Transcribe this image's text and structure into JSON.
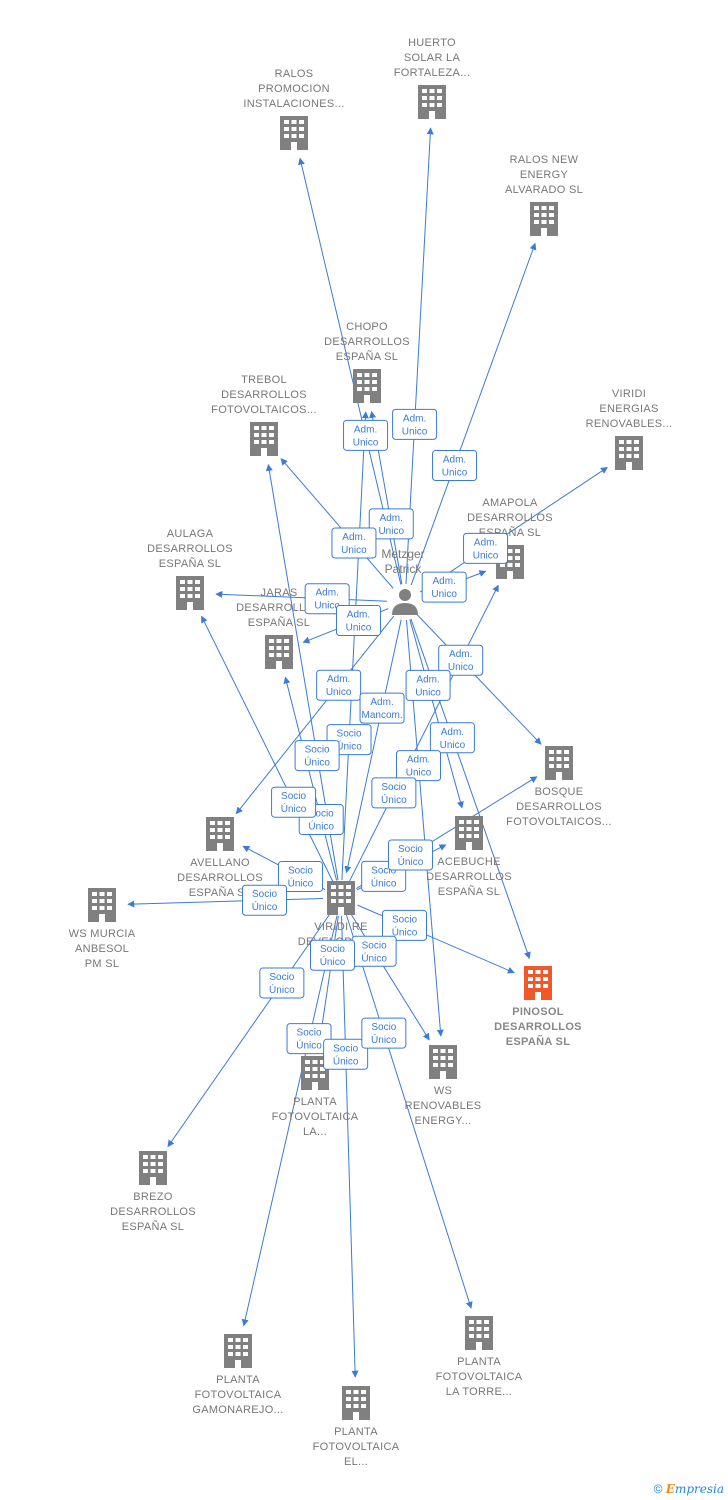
{
  "graph": {
    "person": {
      "id": "metzger",
      "name_lines": [
        "Metzger",
        "Patrick"
      ],
      "icon": "person-icon"
    },
    "hub": {
      "id": "viridi_re",
      "label_lines": [
        "VIRIDI RE",
        "DEVELOPMENT",
        "GMBH"
      ],
      "icon": "building-icon"
    },
    "companies": [
      {
        "id": "ralos_promocion",
        "label_lines": [
          "RALOS",
          "PROMOCION",
          "INSTALACIONES..."
        ],
        "icon": "building-icon"
      },
      {
        "id": "huerto_solar",
        "label_lines": [
          "HUERTO",
          "SOLAR LA",
          "FORTALEZA..."
        ],
        "icon": "building-icon"
      },
      {
        "id": "ralos_new_energy",
        "label_lines": [
          "RALOS NEW",
          "ENERGY",
          "ALVARADO SL"
        ],
        "icon": "building-icon"
      },
      {
        "id": "chopo",
        "label_lines": [
          "CHOPO",
          "DESARROLLOS",
          "ESPAÑA SL"
        ],
        "icon": "building-icon"
      },
      {
        "id": "trebol",
        "label_lines": [
          "TREBOL",
          "DESARROLLOS",
          "FOTOVOLTAICOS..."
        ],
        "icon": "building-icon"
      },
      {
        "id": "viridi_energias",
        "label_lines": [
          "VIRIDI",
          "ENERGIAS",
          "RENOVABLES..."
        ],
        "icon": "building-icon"
      },
      {
        "id": "amapola",
        "label_lines": [
          "AMAPOLA",
          "DESARROLLOS",
          "ESPAÑA SL"
        ],
        "icon": "building-icon"
      },
      {
        "id": "aulaga",
        "label_lines": [
          "AULAGA",
          "DESARROLLOS",
          "ESPAÑA SL"
        ],
        "icon": "building-icon"
      },
      {
        "id": "jaras",
        "label_lines": [
          "JARAS",
          "DESARROLLOS",
          "ESPAÑA SL"
        ],
        "icon": "building-icon"
      },
      {
        "id": "bosque",
        "label_lines": [
          "BOSQUE",
          "DESARROLLOS",
          "FOTOVOLTAICOS..."
        ],
        "icon": "building-icon"
      },
      {
        "id": "avellano",
        "label_lines": [
          "AVELLANO",
          "DESARROLLOS",
          "ESPAÑA SL"
        ],
        "icon": "building-icon"
      },
      {
        "id": "acebuche",
        "label_lines": [
          "ACEBUCHE",
          "DESARROLLOS",
          "ESPAÑA SL"
        ],
        "icon": "building-icon"
      },
      {
        "id": "ws_murcia",
        "label_lines": [
          "WS MURCIA",
          "ANBESOL",
          "PM SL"
        ],
        "icon": "building-icon"
      },
      {
        "id": "pinosol",
        "label_lines": [
          "PINOSOL",
          "DESARROLLOS",
          "ESPAÑA SL"
        ],
        "icon": "building-icon",
        "highlight": true
      },
      {
        "id": "ws_renovables",
        "label_lines": [
          "WS",
          "RENOVABLES",
          "ENERGY..."
        ],
        "icon": "building-icon"
      },
      {
        "id": "planta_la",
        "label_lines": [
          "PLANTA",
          "FOTOVOLTAICA",
          "LA..."
        ],
        "icon": "building-icon"
      },
      {
        "id": "brezo",
        "label_lines": [
          "BREZO",
          "DESARROLLOS",
          "ESPAÑA SL"
        ],
        "icon": "building-icon"
      },
      {
        "id": "planta_gamonarejo",
        "label_lines": [
          "PLANTA",
          "FOTOVOLTAICA",
          "GAMONAREJO..."
        ],
        "icon": "building-icon"
      },
      {
        "id": "planta_el",
        "label_lines": [
          "PLANTA",
          "FOTOVOLTAICA",
          "EL..."
        ],
        "icon": "building-icon"
      },
      {
        "id": "planta_torre",
        "label_lines": [
          "PLANTA",
          "FOTOVOLTAICA",
          "LA TORRE..."
        ],
        "icon": "building-icon"
      }
    ],
    "edges": [
      {
        "from": "metzger",
        "to": "ralos_promocion",
        "label_lines": [
          "Adm.",
          "Unico"
        ]
      },
      {
        "from": "metzger",
        "to": "huerto_solar",
        "label_lines": [
          "Adm.",
          "Unico"
        ]
      },
      {
        "from": "metzger",
        "to": "ralos_new_energy",
        "label_lines": [
          "Adm.",
          "Unico"
        ]
      },
      {
        "from": "metzger",
        "to": "chopo",
        "label_lines": [
          "Adm.",
          "Unico"
        ]
      },
      {
        "from": "metzger",
        "to": "trebol",
        "label_lines": [
          "Adm.",
          "Unico"
        ]
      },
      {
        "from": "metzger",
        "to": "viridi_energias",
        "label_lines": [
          "Adm.",
          "Unico"
        ]
      },
      {
        "from": "metzger",
        "to": "amapola",
        "label_lines": [
          "Adm.",
          "Unico"
        ]
      },
      {
        "from": "metzger",
        "to": "aulaga",
        "label_lines": [
          "Adm.",
          "Unico"
        ]
      },
      {
        "from": "metzger",
        "to": "jaras",
        "label_lines": [
          "Adm.",
          "Unico"
        ]
      },
      {
        "from": "metzger",
        "to": "bosque",
        "label_lines": [
          "Adm.",
          "Unico"
        ]
      },
      {
        "from": "metzger",
        "to": "avellano",
        "label_lines": [
          "Adm.",
          "Unico"
        ]
      },
      {
        "from": "metzger",
        "to": "acebuche",
        "label_lines": [
          "Adm.",
          "Unico"
        ]
      },
      {
        "from": "metzger",
        "to": "pinosol",
        "label_lines": [
          "Adm.",
          "Unico"
        ]
      },
      {
        "from": "metzger",
        "to": "ws_renovables",
        "label_lines": [
          "Adm.",
          "Unico"
        ]
      },
      {
        "from": "metzger",
        "to": "viridi_re",
        "label_lines": [
          "Adm.",
          "Mancom."
        ]
      },
      {
        "from": "viridi_re",
        "to": "chopo",
        "label_lines": [
          "Socio",
          "Único"
        ]
      },
      {
        "from": "viridi_re",
        "to": "jaras",
        "label_lines": [
          "Socio",
          "Único"
        ]
      },
      {
        "from": "viridi_re",
        "to": "trebol",
        "label_lines": [
          "Socio",
          "Único"
        ]
      },
      {
        "from": "viridi_re",
        "to": "aulaga",
        "label_lines": [
          "Socio",
          "Único"
        ]
      },
      {
        "from": "viridi_re",
        "to": "avellano",
        "label_lines": [
          "Socio",
          "Único"
        ]
      },
      {
        "from": "viridi_re",
        "to": "ws_murcia",
        "label_lines": [
          "Socio",
          "Único"
        ]
      },
      {
        "from": "viridi_re",
        "to": "amapola",
        "label_lines": [
          "Socio",
          "Único"
        ]
      },
      {
        "from": "viridi_re",
        "to": "acebuche",
        "label_lines": [
          "Socio",
          "Único"
        ]
      },
      {
        "from": "viridi_re",
        "to": "bosque",
        "label_lines": [
          "Socio",
          "Único"
        ]
      },
      {
        "from": "viridi_re",
        "to": "pinosol",
        "label_lines": [
          "Socio",
          "Único"
        ]
      },
      {
        "from": "viridi_re",
        "to": "ws_renovables",
        "label_lines": [
          "Socio",
          "Único"
        ]
      },
      {
        "from": "viridi_re",
        "to": "brezo",
        "label_lines": [
          "Socio",
          "Único"
        ]
      },
      {
        "from": "viridi_re",
        "to": "planta_la",
        "label_lines": [
          "Socio",
          "Único"
        ]
      },
      {
        "from": "viridi_re",
        "to": "planta_gamonarejo",
        "label_lines": [
          "Socio",
          "Único"
        ]
      },
      {
        "from": "viridi_re",
        "to": "planta_el",
        "label_lines": [
          "Socio",
          "Único"
        ]
      },
      {
        "from": "viridi_re",
        "to": "planta_torre",
        "label_lines": [
          "Socio",
          "Único"
        ]
      }
    ]
  },
  "colors": {
    "edge": "#3a7bd5",
    "node": "#808080",
    "highlight": "#f0572b",
    "badge_border": "#3a7bd5"
  },
  "footer": {
    "copyright": "©",
    "brand_initial": "E",
    "brand_rest": "mpresia"
  }
}
